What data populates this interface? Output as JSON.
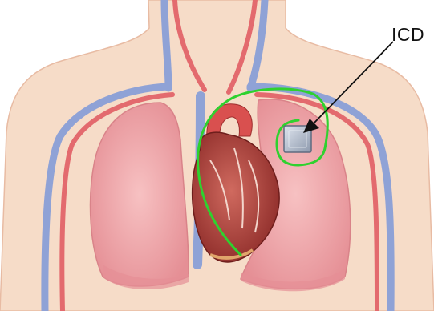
{
  "labels": {
    "device": "ICD"
  },
  "colors": {
    "skin": "#f6dcc8",
    "skin_edge": "#e8bba3",
    "lung": "#f0a8ab",
    "lung_dark": "#d98389",
    "vein": "#8fa2d6",
    "artery": "#e36a6e",
    "heart": "#b84a45",
    "heart_dark": "#6e1e1c",
    "lead_highlight": "#2fd12f",
    "device_fill": "#b9c3d3",
    "arrow": "#111111"
  },
  "icons": {
    "device": "icd-device",
    "pointer": "arrow-pointer"
  }
}
